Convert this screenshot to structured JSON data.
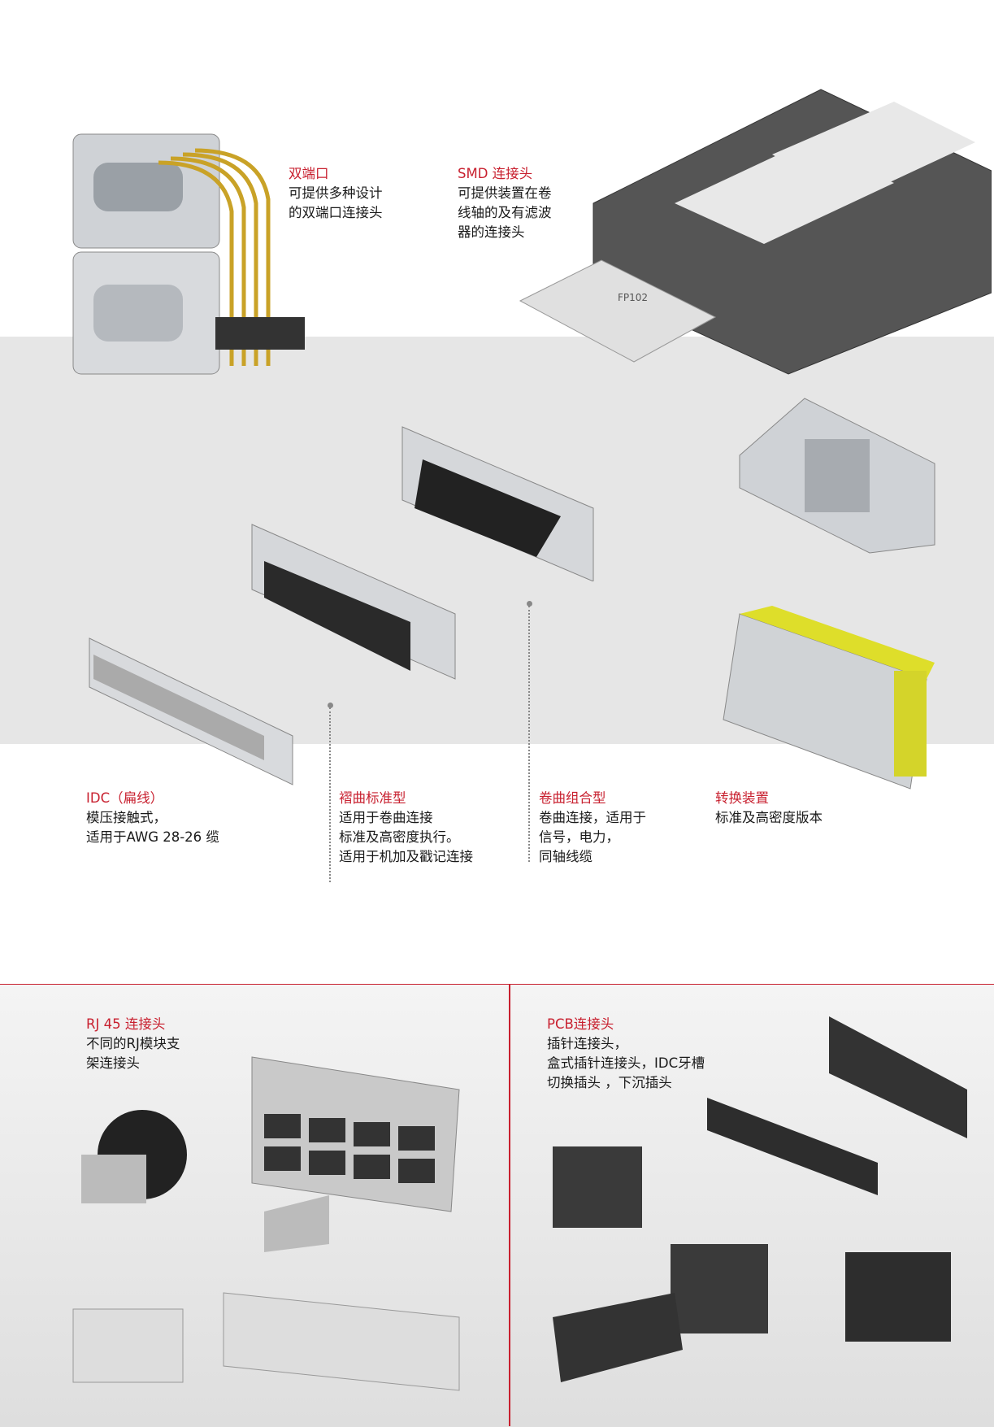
{
  "colors": {
    "accent": "#c8202f",
    "band": "#e6e6e6"
  },
  "blocks": {
    "dual": {
      "title": "双端口",
      "lines": [
        "可提供多种设计",
        "的双端口连接头"
      ]
    },
    "smd": {
      "title": "SMD 连接头",
      "lines": [
        "可提供装置在卷",
        "线轴的及有滤波",
        "器的连接头"
      ]
    },
    "idc": {
      "title": "IDC（扁线）",
      "lines": [
        "模压接触式，",
        "适用于AWG 28-26 缆"
      ]
    },
    "crimp_std": {
      "title": "褶曲标准型",
      "lines": [
        "适用于卷曲连接",
        "标准及高密度执行。",
        "适用于机加及戳记连接"
      ]
    },
    "crimp_combo": {
      "title": "卷曲组合型",
      "lines": [
        "卷曲连接，适用于",
        "信号，电力，",
        "同轴线缆"
      ]
    },
    "adapter": {
      "title": "转换装置",
      "lines": [
        "标准及高密度版本"
      ]
    },
    "rj45": {
      "title": "RJ 45 连接头",
      "lines": [
        "不同的RJ模块支",
        "架连接头"
      ]
    },
    "pcb": {
      "title": "PCB连接头",
      "lines": [
        "插针连接头，",
        "盒式插针连接头，IDC牙槽",
        "切换插头 ，下沉插头"
      ]
    }
  },
  "product_marking": "FP102"
}
